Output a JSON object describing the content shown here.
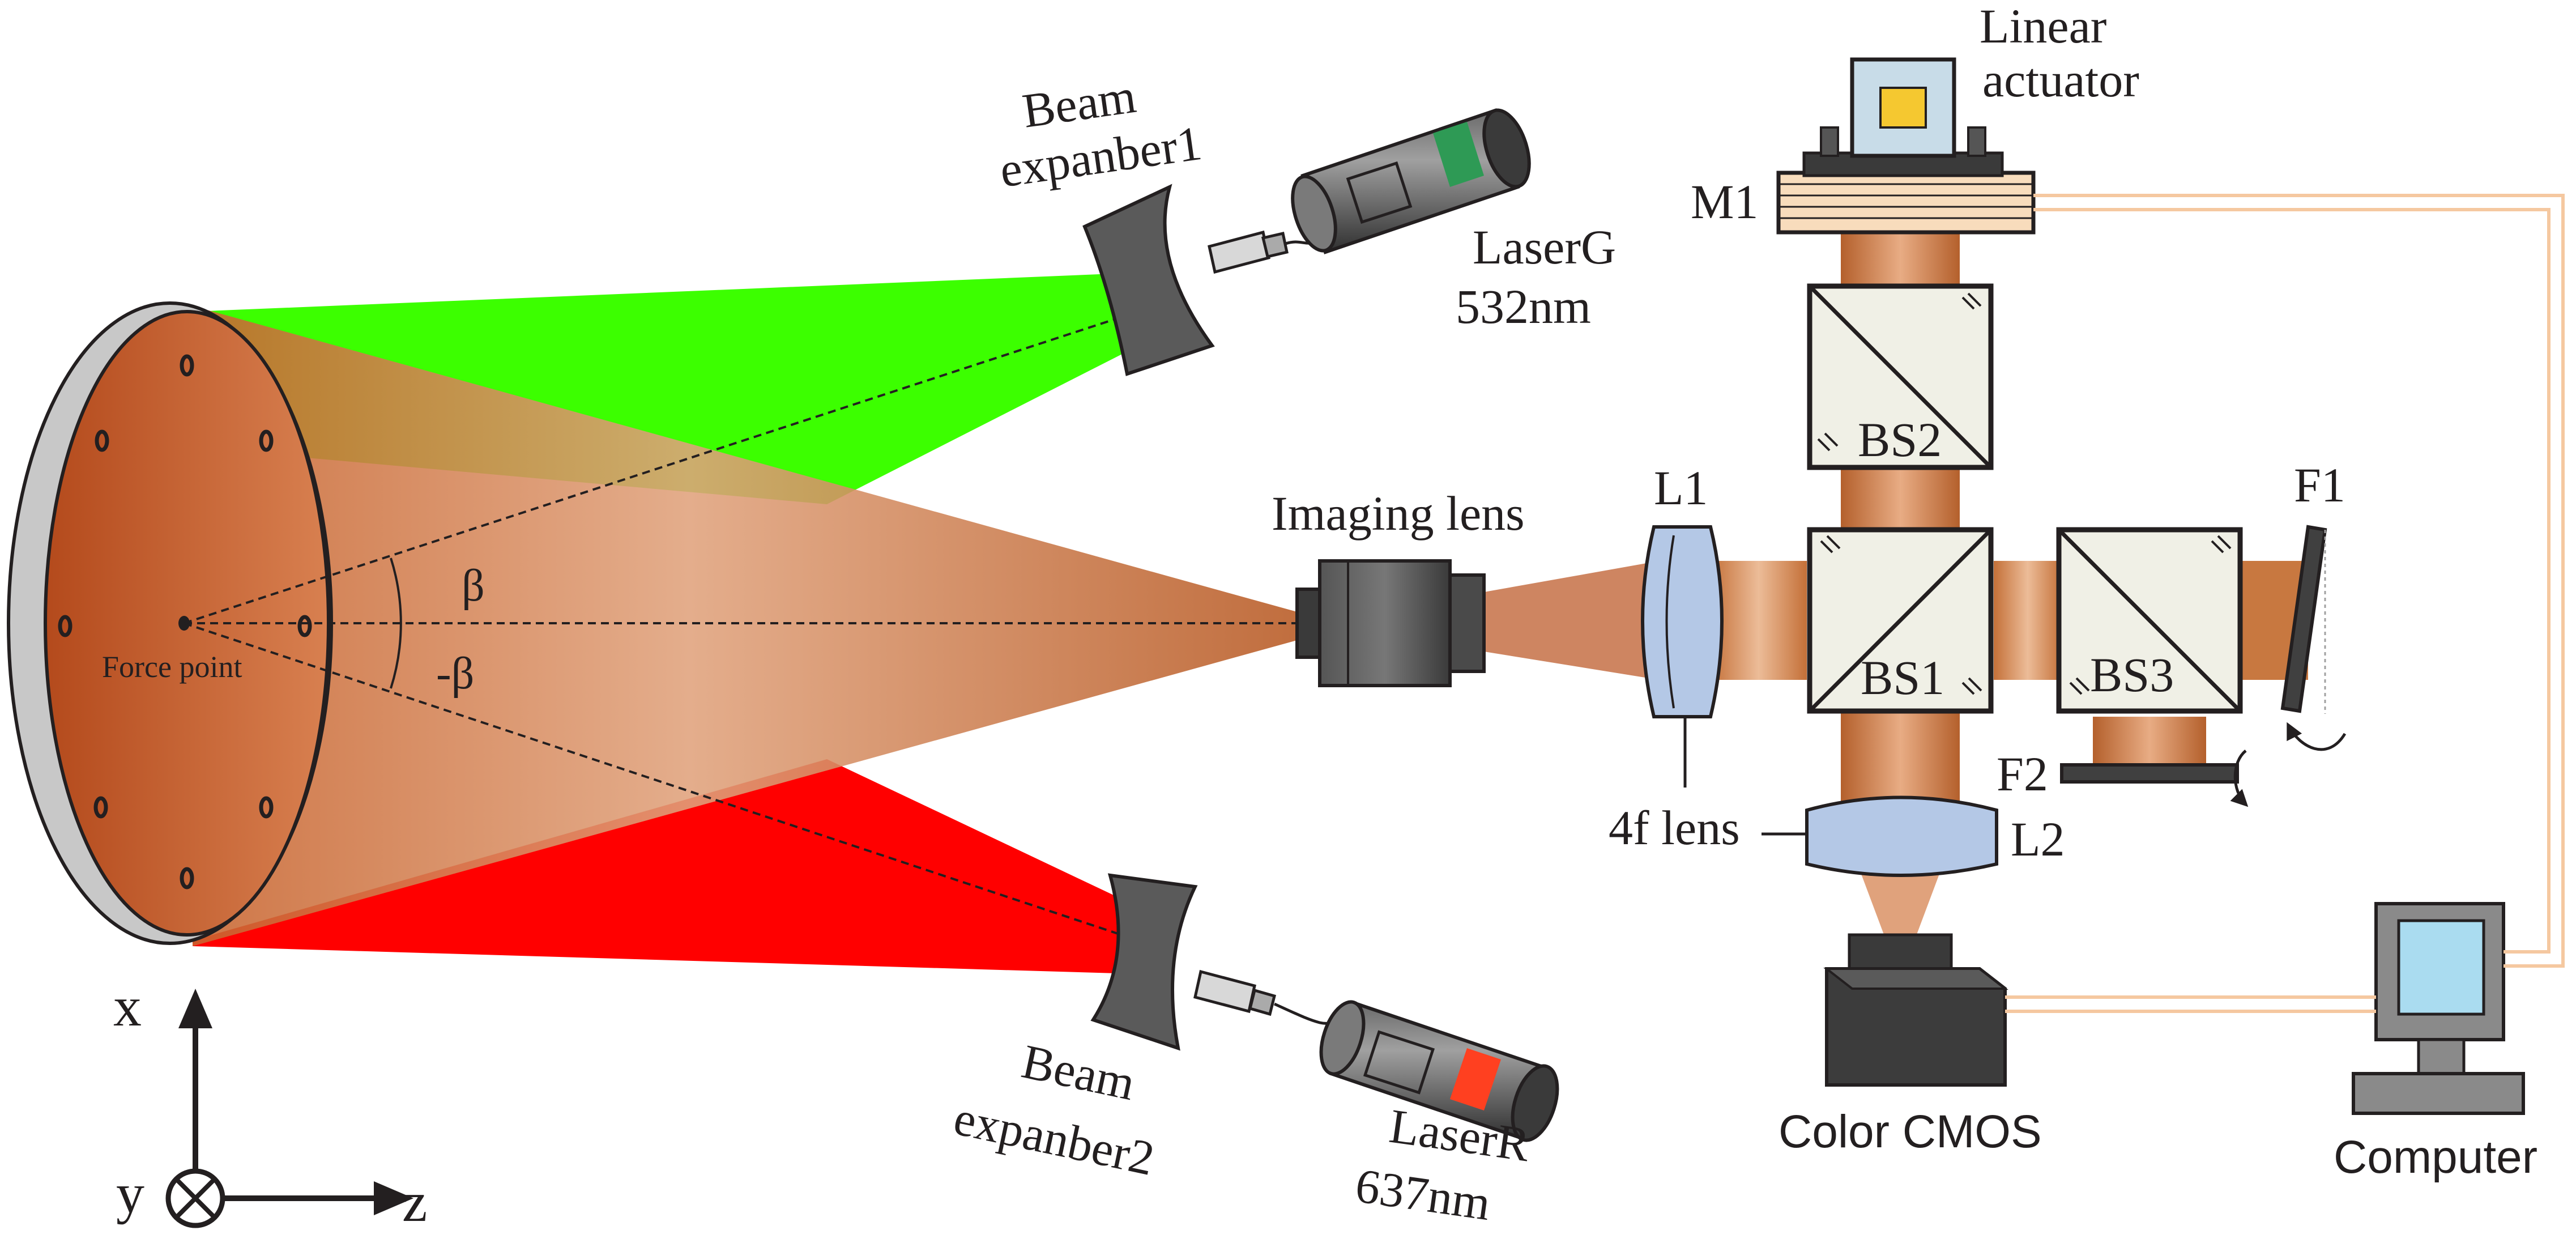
{
  "labels": {
    "beam_expander1": [
      "Beam",
      "expanber1"
    ],
    "beam_expander2": [
      "Beam",
      "expanber2"
    ],
    "laser_g": [
      "LaserG",
      "532nm"
    ],
    "laser_r": [
      "LaserR",
      "637nm"
    ],
    "imaging_lens": "Imaging lens",
    "l1": "L1",
    "l2": "L2",
    "four_f_lens": "4f lens",
    "bs1": "BS1",
    "bs2": "BS2",
    "bs3": "BS3",
    "f1": "F1",
    "f2": "F2",
    "m1": "M1",
    "linear_actuator": [
      "Linear",
      "actuator"
    ],
    "color_cmos": "Color CMOS",
    "computer": "Computer",
    "force_point": "Force point",
    "beta": "β",
    "minus_beta": "-β",
    "axis_x": "x",
    "axis_y": "y",
    "axis_z": "z"
  },
  "colors": {
    "green_beam": "#3cff00",
    "red_beam": "#ff0000",
    "orange_beam": "#c8703c",
    "plate": "#c35a2a",
    "cube": "#f0f0e6",
    "lens": "#b4c8e6",
    "cable": "#f5c8a0",
    "screen": "#aadcf0",
    "stroke": "#231f20"
  }
}
